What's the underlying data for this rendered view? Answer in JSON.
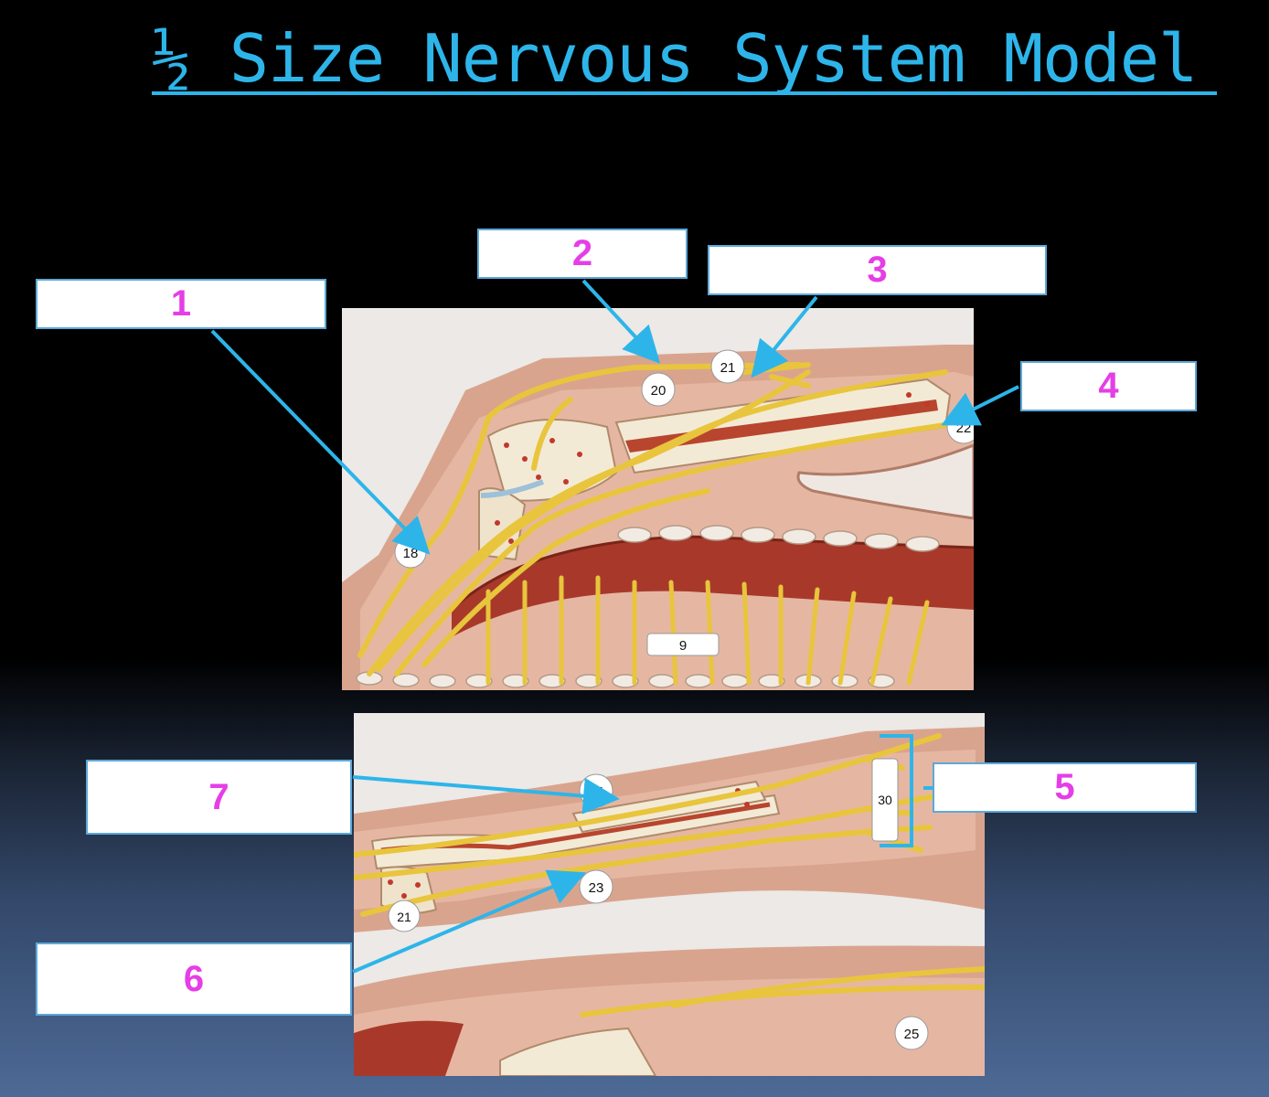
{
  "title": "½ Size Nervous System Model",
  "accent_color": "#2db5ea",
  "label_color": "#e63ee6",
  "labels": [
    "1",
    "2",
    "3",
    "4",
    "5",
    "6",
    "7"
  ],
  "model_tags": {
    "t18": "18",
    "t20": "20",
    "t21": "21",
    "t22": "22",
    "t9": "9",
    "t24": "24",
    "t30": "30",
    "t23": "23",
    "t25": "25"
  }
}
